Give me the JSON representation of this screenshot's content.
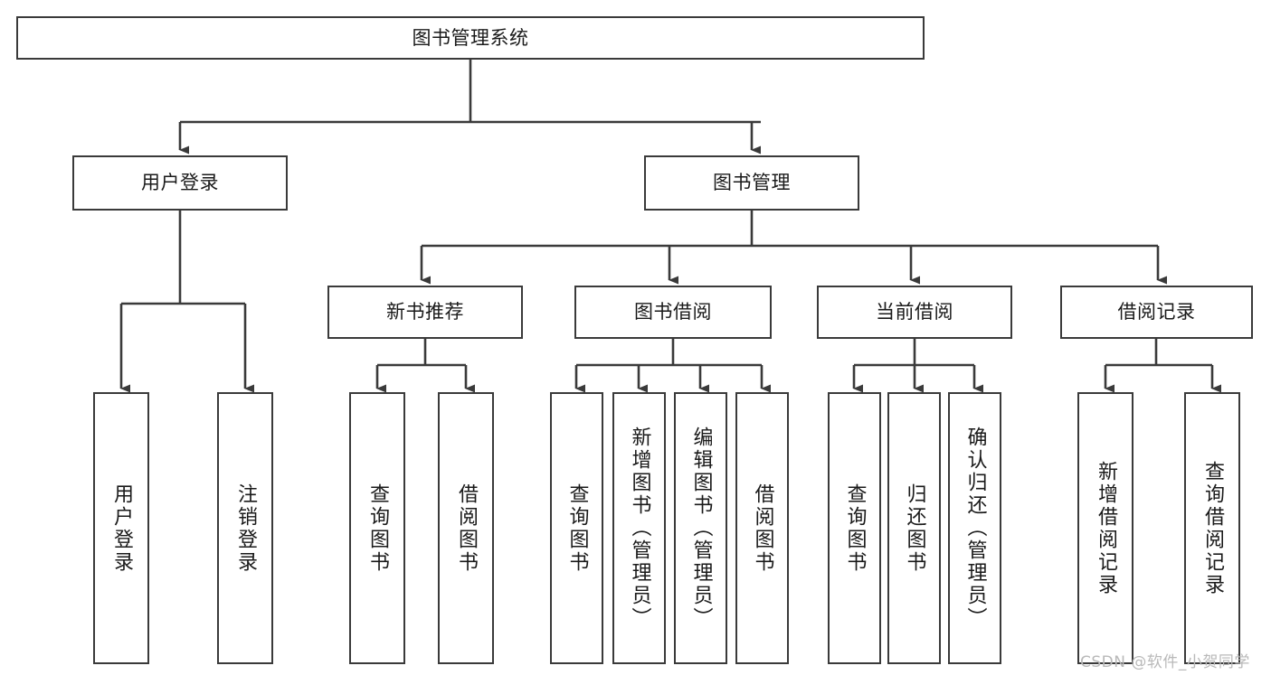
{
  "diagram": {
    "title": "图书管理系统",
    "watermark": "CSDN @软件_小贺同学",
    "colors": {
      "background": "#ffffff",
      "box_border": "#3a3a3a",
      "box_fill": "#ffffff",
      "connector": "#3a3a3a",
      "text": "#1a1a1a",
      "watermark": "#b9b9b9"
    },
    "nodes": {
      "root": "图书管理系统",
      "level1": {
        "user_login": "用户登录",
        "book_manage": "图书管理"
      },
      "level2": {
        "new_book_recommend": "新书推荐",
        "book_borrow": "图书借阅",
        "current_borrow": "当前借阅",
        "borrow_record": "借阅记录"
      },
      "leaves": {
        "user_login_1": "用户登录",
        "user_login_2": "注销登录",
        "new_book_1": "查询图书",
        "new_book_2": "借阅图书",
        "borrow_1": "查询图书",
        "borrow_2": "新增图书（管理员）",
        "borrow_3": "编辑图书（管理员）",
        "borrow_4": "借阅图书",
        "current_1": "查询图书",
        "current_2": "归还图书",
        "current_3": "确认归还（管理员）",
        "record_1": "新增借阅记录",
        "record_2": "查询借阅记录"
      }
    }
  }
}
